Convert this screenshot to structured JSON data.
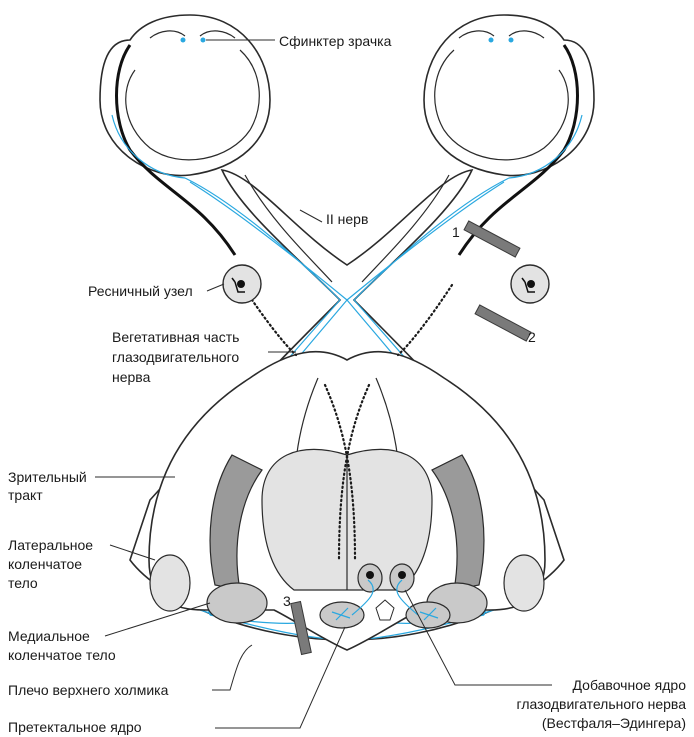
{
  "labels": {
    "sphincter": "Сфинктер зрачка",
    "optic_nerve": "II нерв",
    "ciliary_ganglion": "Ресничный узел",
    "vegetative_part": [
      "Вегетативная часть",
      "глазодвигательного",
      "нерва"
    ],
    "optic_tract": [
      "Зрительный",
      "тракт"
    ],
    "lateral_geniculate": [
      "Латеральное",
      "коленчатое",
      "тело"
    ],
    "medial_geniculate": [
      "Медиальное",
      "коленчатое тело"
    ],
    "brachium": "Плечо верхнего холмика",
    "pretectal": "Претектальное ядро",
    "edinger_westphal": [
      "Добавочное ядро",
      "глазодвигательного нерва",
      "(Вестфаля–Эдингера)"
    ]
  },
  "lesions": {
    "one": "1",
    "two": "2",
    "three": "3"
  },
  "colors": {
    "fiber": "#2aa8e0",
    "outline": "#2b2b2b",
    "light_gray": "#e3e3e3",
    "mid_gray": "#c9c9c9",
    "dark_gray": "#9a9a9a"
  }
}
